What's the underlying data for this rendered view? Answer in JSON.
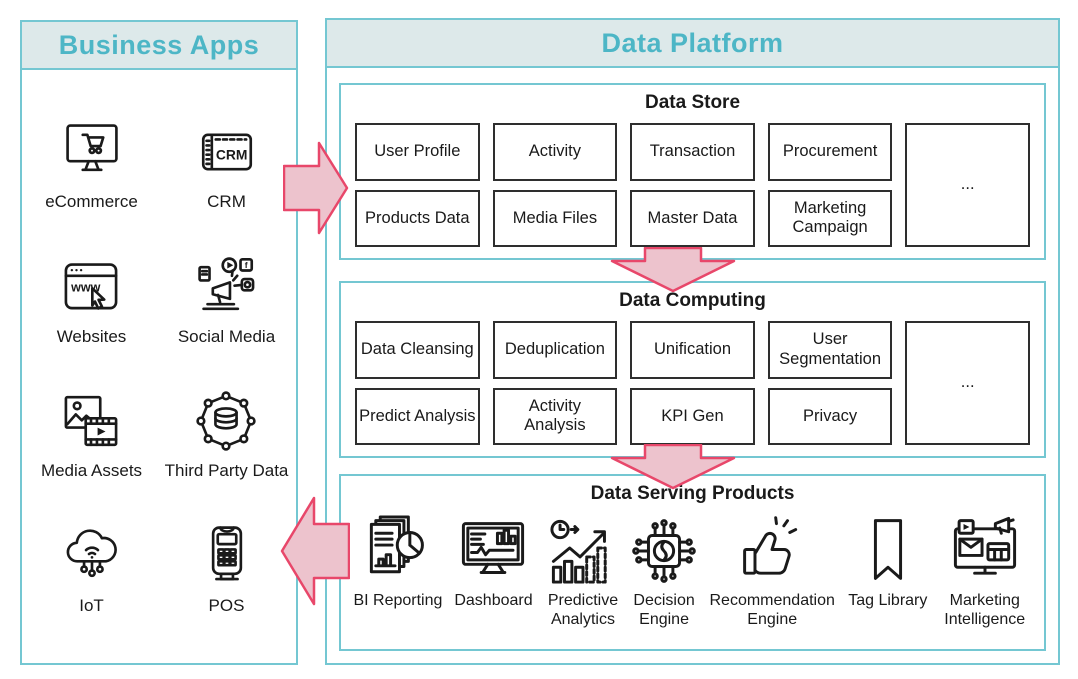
{
  "colors": {
    "panel_border": "#74c7d2",
    "header_background": "#dde9ea",
    "header_text": "#4db6c6",
    "box_border": "#2e2e2e",
    "arrow_fill": "#edc3cd",
    "arrow_stroke": "#e8476a"
  },
  "business_apps": {
    "title": "Business Apps",
    "items": [
      {
        "label": "eCommerce",
        "icon": "ecommerce-icon"
      },
      {
        "label": "CRM",
        "icon": "crm-icon"
      },
      {
        "label": "Websites",
        "icon": "websites-icon"
      },
      {
        "label": "Social Media",
        "icon": "social-media-icon"
      },
      {
        "label": "Media Assets",
        "icon": "media-assets-icon"
      },
      {
        "label": "Third Party Data",
        "icon": "third-party-data-icon"
      },
      {
        "label": "IoT",
        "icon": "iot-icon"
      },
      {
        "label": "POS",
        "icon": "pos-icon"
      }
    ]
  },
  "data_platform": {
    "title": "Data Platform",
    "sections": {
      "data_store": {
        "title": "Data Store",
        "row1": [
          "User Profile",
          "Activity",
          "Transaction",
          "Procurement"
        ],
        "row2": [
          "Products Data",
          "Media Files",
          "Master Data",
          "Marketing Campaign"
        ],
        "more": "..."
      },
      "data_computing": {
        "title": "Data Computing",
        "row1": [
          "Data Cleansing",
          "Deduplication",
          "Unification",
          "User Segmentation"
        ],
        "row2": [
          "Predict Analysis",
          "Activity Analysis",
          "KPI Gen",
          "Privacy"
        ],
        "more": "..."
      },
      "data_serving": {
        "title": "Data Serving Products",
        "items": [
          {
            "label": "BI Reporting",
            "icon": "bi-reporting-icon"
          },
          {
            "label": "Dashboard",
            "icon": "dashboard-icon"
          },
          {
            "label": "Predictive Analytics",
            "icon": "predictive-analytics-icon"
          },
          {
            "label": "Decision Engine",
            "icon": "decision-engine-icon"
          },
          {
            "label": "Recommendation Engine",
            "icon": "recommendation-engine-icon"
          },
          {
            "label": "Tag Library",
            "icon": "tag-library-icon"
          },
          {
            "label": "Marketing Intelligence",
            "icon": "marketing-intelligence-icon"
          }
        ]
      }
    }
  },
  "arrows": [
    {
      "name": "apps-to-platform",
      "direction": "right"
    },
    {
      "name": "store-to-computing",
      "direction": "down"
    },
    {
      "name": "computing-to-serving",
      "direction": "down"
    },
    {
      "name": "platform-to-apps",
      "direction": "left"
    }
  ]
}
